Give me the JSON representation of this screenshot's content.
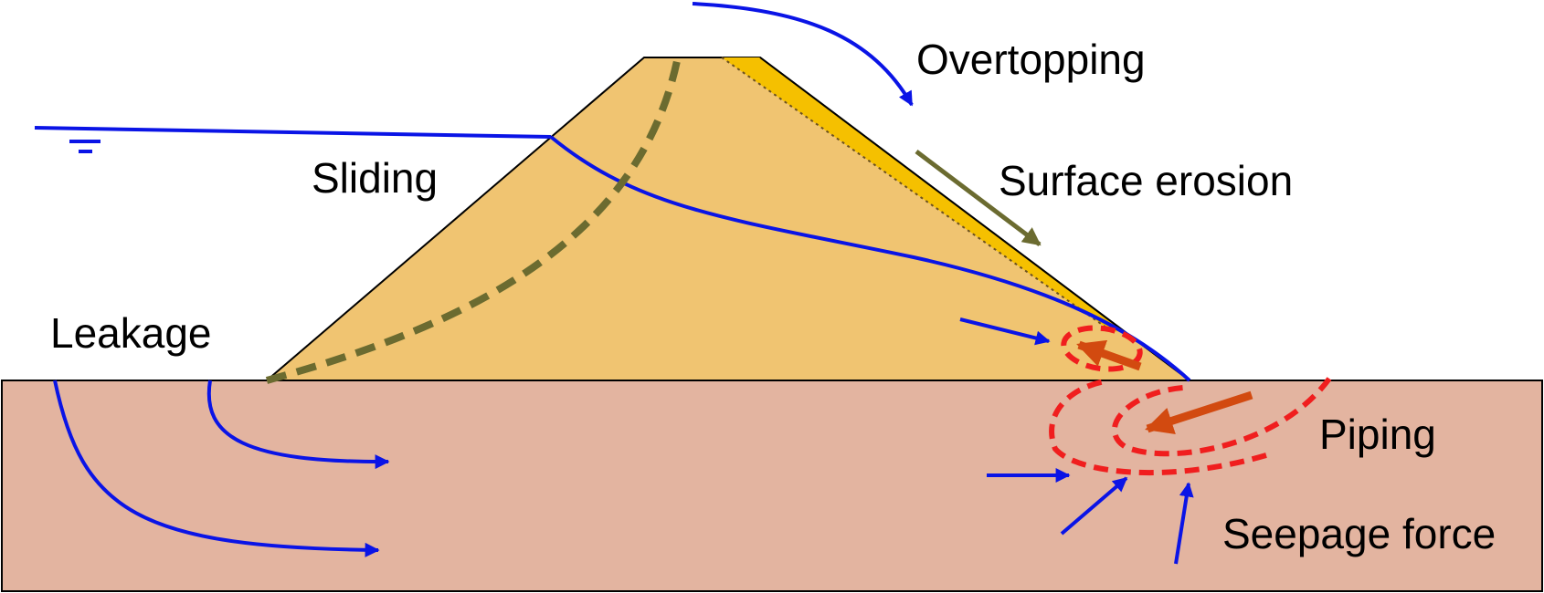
{
  "labels": {
    "overtopping": "Overtopping",
    "surface_erosion": "Surface erosion",
    "sliding": "Sliding",
    "leakage": "Leakage",
    "piping": "Piping",
    "seepage_force": "Seepage force"
  },
  "colors": {
    "embankment": "#f0c471",
    "eroded_layer": "#f5c000",
    "foundation": "#e3b4a0",
    "water_line": "#0a14e6",
    "slip_surface": "#6b6b30",
    "piping_zone": "#f01e1e",
    "piping_arrow": "#d24a10",
    "outline": "#000000"
  },
  "icons": [
    "water-level-symbol-icon"
  ]
}
